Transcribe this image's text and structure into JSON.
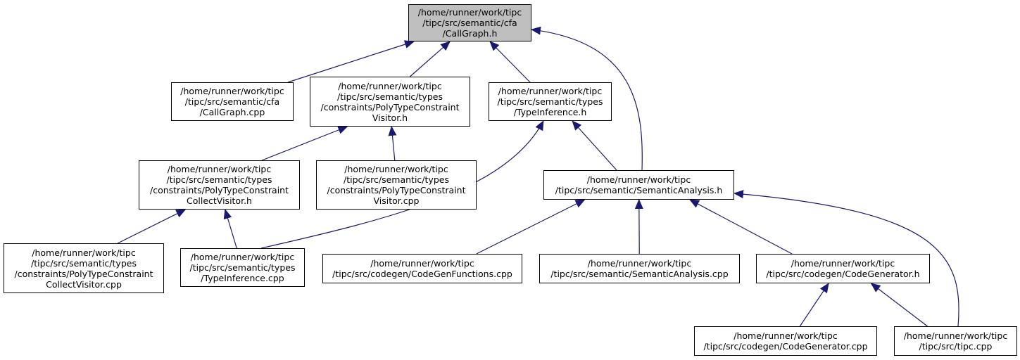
{
  "diagram": {
    "edge_color": "#191970",
    "root_fill": "#bfbfbf",
    "nodes": {
      "callgraph_h": [
        "/home/runner/work/tipc",
        "/tipc/src/semantic/cfa",
        "/CallGraph.h"
      ],
      "callgraph_cpp": [
        "/home/runner/work/tipc",
        "/tipc/src/semantic/cfa",
        "/CallGraph.cpp"
      ],
      "polytype_visitor_h": [
        "/home/runner/work/tipc",
        "/tipc/src/semantic/types",
        "/constraints/PolyTypeConstraint",
        "Visitor.h"
      ],
      "typeinference_h": [
        "/home/runner/work/tipc",
        "/tipc/src/semantic/types",
        "/TypeInference.h"
      ],
      "polytype_collect_h": [
        "/home/runner/work/tipc",
        "/tipc/src/semantic/types",
        "/constraints/PolyTypeConstraint",
        "CollectVisitor.h"
      ],
      "polytype_visitor_cpp": [
        "/home/runner/work/tipc",
        "/tipc/src/semantic/types",
        "/constraints/PolyTypeConstraint",
        "Visitor.cpp"
      ],
      "semanticanalysis_h": [
        "/home/runner/work/tipc",
        "/tipc/src/semantic/SemanticAnalysis.h"
      ],
      "polytype_collect_cpp": [
        "/home/runner/work/tipc",
        "/tipc/src/semantic/types",
        "/constraints/PolyTypeConstraint",
        "CollectVisitor.cpp"
      ],
      "typeinference_cpp": [
        "/home/runner/work/tipc",
        "/tipc/src/semantic/types",
        "/TypeInference.cpp"
      ],
      "codegenfunctions_cpp": [
        "/home/runner/work/tipc",
        "/tipc/src/codegen/CodeGenFunctions.cpp"
      ],
      "semanticanalysis_cpp": [
        "/home/runner/work/tipc",
        "/tipc/src/semantic/SemanticAnalysis.cpp"
      ],
      "codegenerator_h": [
        "/home/runner/work/tipc",
        "/tipc/src/codegen/CodeGenerator.h"
      ],
      "codegenerator_cpp": [
        "/home/runner/work/tipc",
        "/tipc/src/codegen/CodeGenerator.cpp"
      ],
      "tipc_cpp": [
        "/home/runner/work/tipc",
        "/tipc/src/tipc.cpp"
      ]
    },
    "edges": [
      [
        "callgraph_cpp",
        "callgraph_h"
      ],
      [
        "polytype_visitor_h",
        "callgraph_h"
      ],
      [
        "typeinference_h",
        "callgraph_h"
      ],
      [
        "semanticanalysis_h",
        "callgraph_h"
      ],
      [
        "polytype_collect_h",
        "polytype_visitor_h"
      ],
      [
        "polytype_visitor_cpp",
        "polytype_visitor_h"
      ],
      [
        "typeinference_cpp",
        "typeinference_h"
      ],
      [
        "semanticanalysis_h",
        "typeinference_h"
      ],
      [
        "polytype_collect_cpp",
        "polytype_collect_h"
      ],
      [
        "typeinference_cpp",
        "polytype_collect_h"
      ],
      [
        "codegenfunctions_cpp",
        "semanticanalysis_h"
      ],
      [
        "semanticanalysis_cpp",
        "semanticanalysis_h"
      ],
      [
        "codegenerator_h",
        "semanticanalysis_h"
      ],
      [
        "tipc_cpp",
        "semanticanalysis_h"
      ],
      [
        "codegenerator_cpp",
        "codegenerator_h"
      ],
      [
        "tipc_cpp",
        "codegenerator_h"
      ]
    ]
  }
}
